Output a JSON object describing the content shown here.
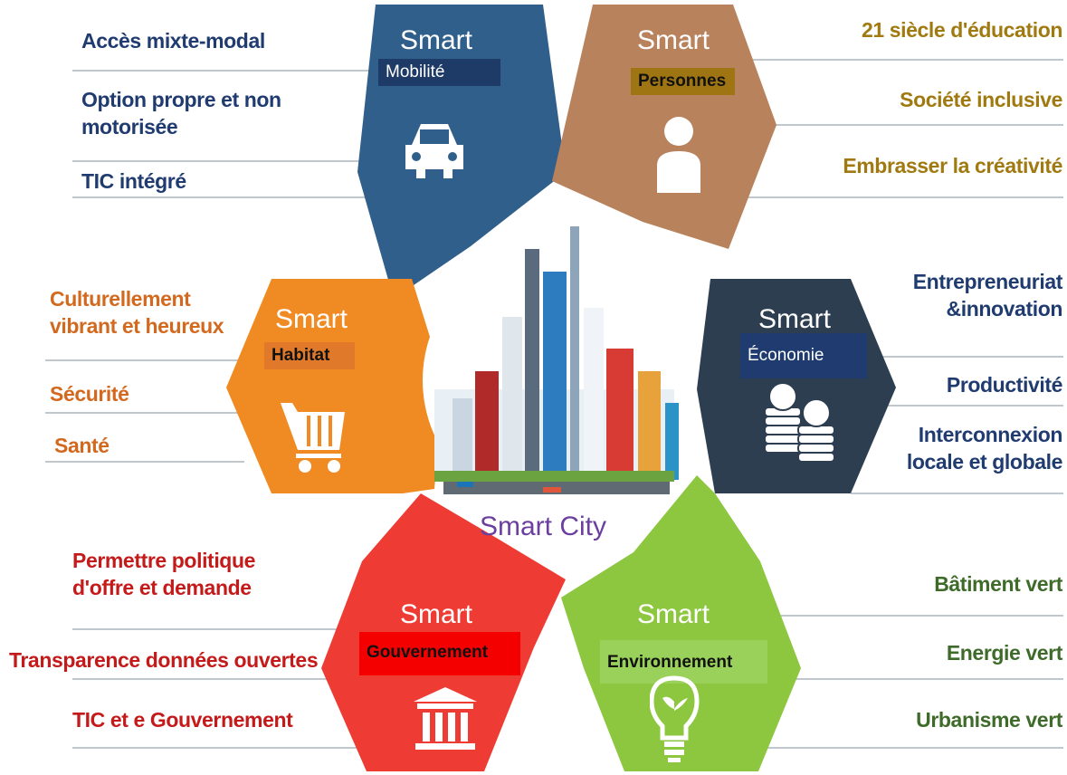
{
  "center": {
    "title": "Smart City"
  },
  "segments": {
    "mobilite": {
      "smart": "Smart",
      "tag": "Mobilité",
      "color": "#2f5f8a",
      "items": [
        "Accès mixte-modal",
        "Option propre et non motorisée",
        "TIC intégré"
      ],
      "item_color": "#1f3b70",
      "icon": "car-icon"
    },
    "personnes": {
      "smart": "Smart",
      "tag": "Personnes",
      "color": "#b8825d",
      "items": [
        "21 siècle d'éducation",
        "Société inclusive",
        "Embrasser la créativité"
      ],
      "item_color": "#a07a10",
      "icon": "person-icon"
    },
    "habitat": {
      "smart": "Smart",
      "tag": "Habitat",
      "color": "#f08a22",
      "items": [
        "Culturellement vibrant et heureux",
        "Sécurité",
        "Santé"
      ],
      "item_color": "#d2691e",
      "icon": "cart-icon"
    },
    "economie": {
      "smart": "Smart",
      "tag": "Économie",
      "color": "#2d3e50",
      "items": [
        "Entrepreneuriat &innovation",
        "Productivité",
        "Interconnexion locale et globale"
      ],
      "item_color": "#1f3b70",
      "icon": "coins-icon"
    },
    "gouvernement": {
      "smart": "Smart",
      "tag": "Gouvernement",
      "color": "#ee3b33",
      "items": [
        "Permettre politique d'offre et demande",
        "Transparence données ouvertes",
        "TIC et e Gouvernement"
      ],
      "item_color": "#c41a1a",
      "icon": "building-icon"
    },
    "environnement": {
      "smart": "Smart",
      "tag": "Environnement",
      "color": "#8dc63f",
      "items": [
        "Bâtiment vert",
        "Energie vert",
        "Urbanisme vert"
      ],
      "item_color": "#3f6b2a",
      "icon": "lightbulb-icon"
    }
  }
}
